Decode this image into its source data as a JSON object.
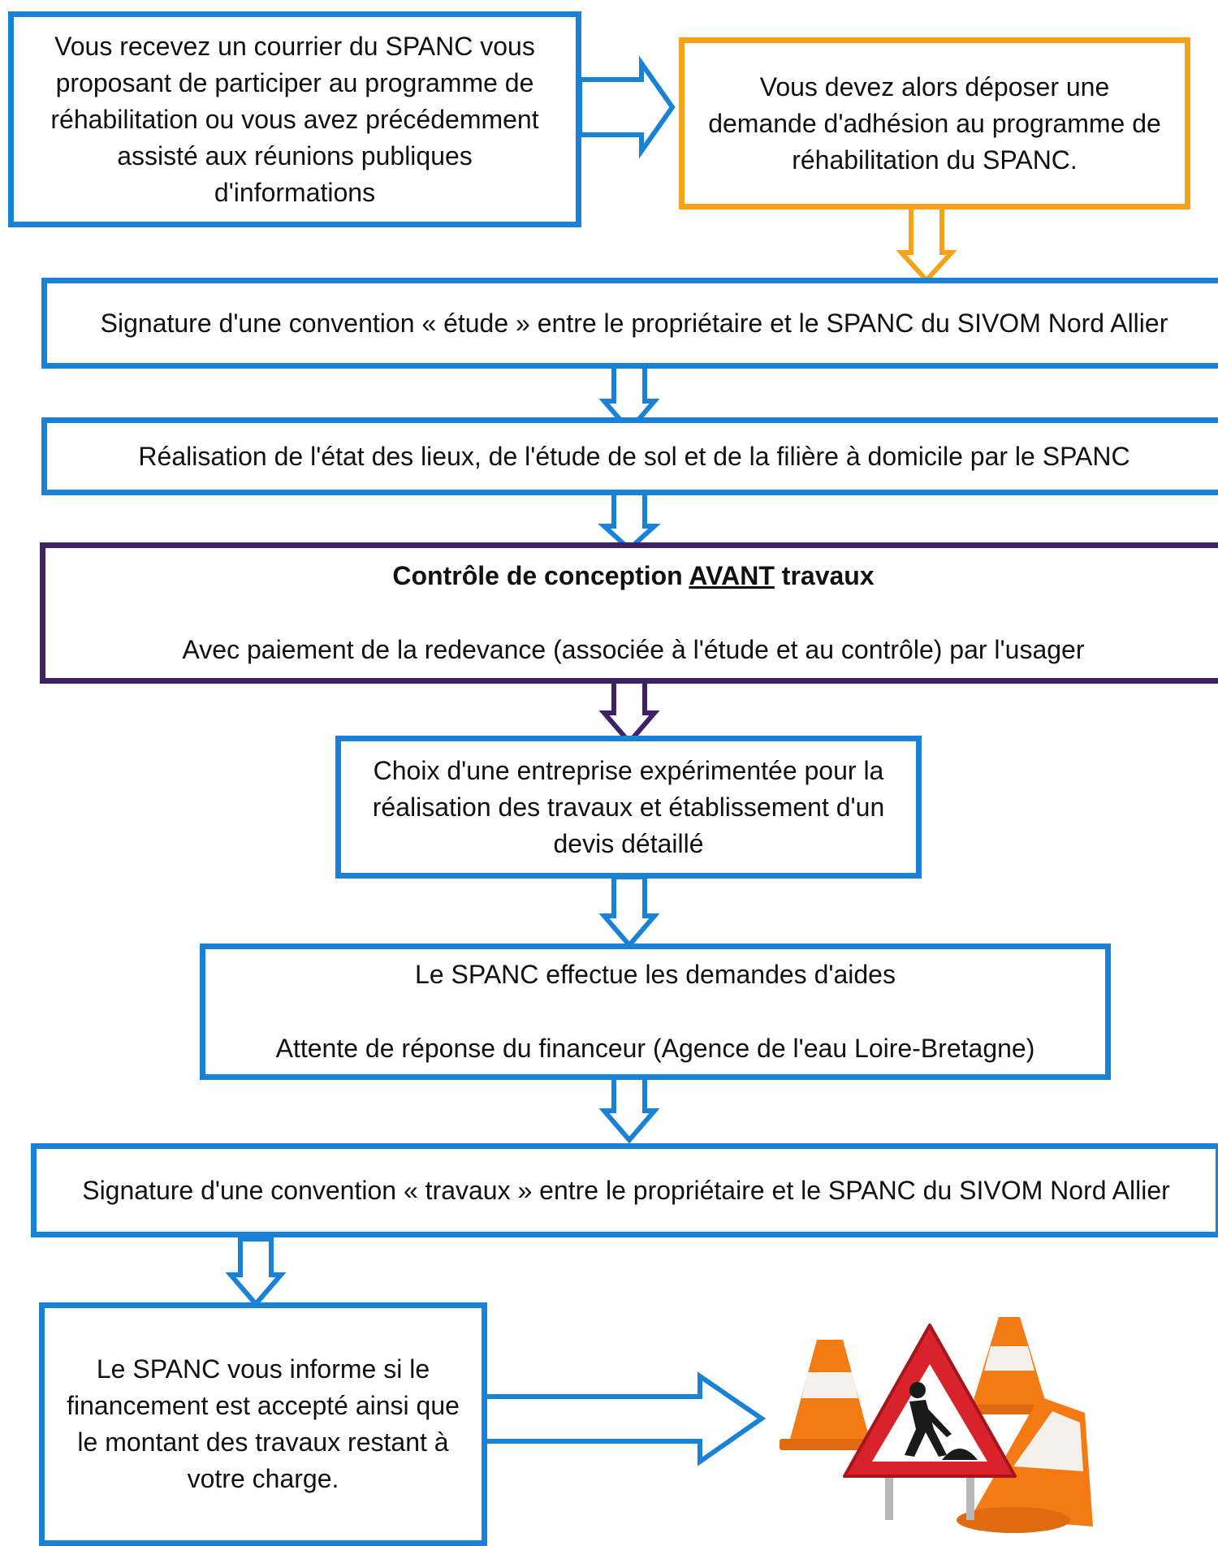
{
  "colors": {
    "blue": "#1a82d6",
    "orange": "#f5a31a",
    "purple": "#3d2266",
    "text": "#111111"
  },
  "steps": {
    "courrier": [
      "Vous recevez un courrier du SPANC vous",
      "proposant de participer au programme de",
      "réhabilitation ou vous avez précédemment",
      "assisté aux réunions publiques",
      "d'informations"
    ],
    "adhesion": [
      "Vous devez alors déposer une",
      "demande d'adhésion au programme de",
      "réhabilitation du SPANC."
    ],
    "convention_etude": "Signature d'une convention « étude » entre le propriétaire et le SPANC du SIVOM Nord Allier",
    "etat_des_lieux": "Réalisation de l'état des lieux, de l'étude de sol et de la filière à domicile par le SPANC",
    "controle": {
      "title_before": "Contrôle de conception ",
      "title_underlined": "AVANT",
      "title_after": " travaux",
      "text": "Avec paiement de la redevance (associée à l'étude et au contrôle) par l'usager"
    },
    "entreprise": [
      "Choix d'une entreprise expérimentée pour la",
      "réalisation des travaux et établissement d'un",
      "devis détaillé"
    ],
    "aides": {
      "line1": "Le SPANC effectue les demandes d'aides",
      "line2": "Attente de réponse du financeur (Agence de l'eau Loire-Bretagne)"
    },
    "convention_travaux": "Signature d'une convention « travaux » entre le propriétaire et le SPANC du SIVOM Nord Allier",
    "information": [
      "Le SPANC vous informe si le",
      "financement est accepté ainsi que",
      "le montant des travaux restant à",
      "votre charge."
    ]
  },
  "illustration": "roadworks-cones-sign-icon"
}
